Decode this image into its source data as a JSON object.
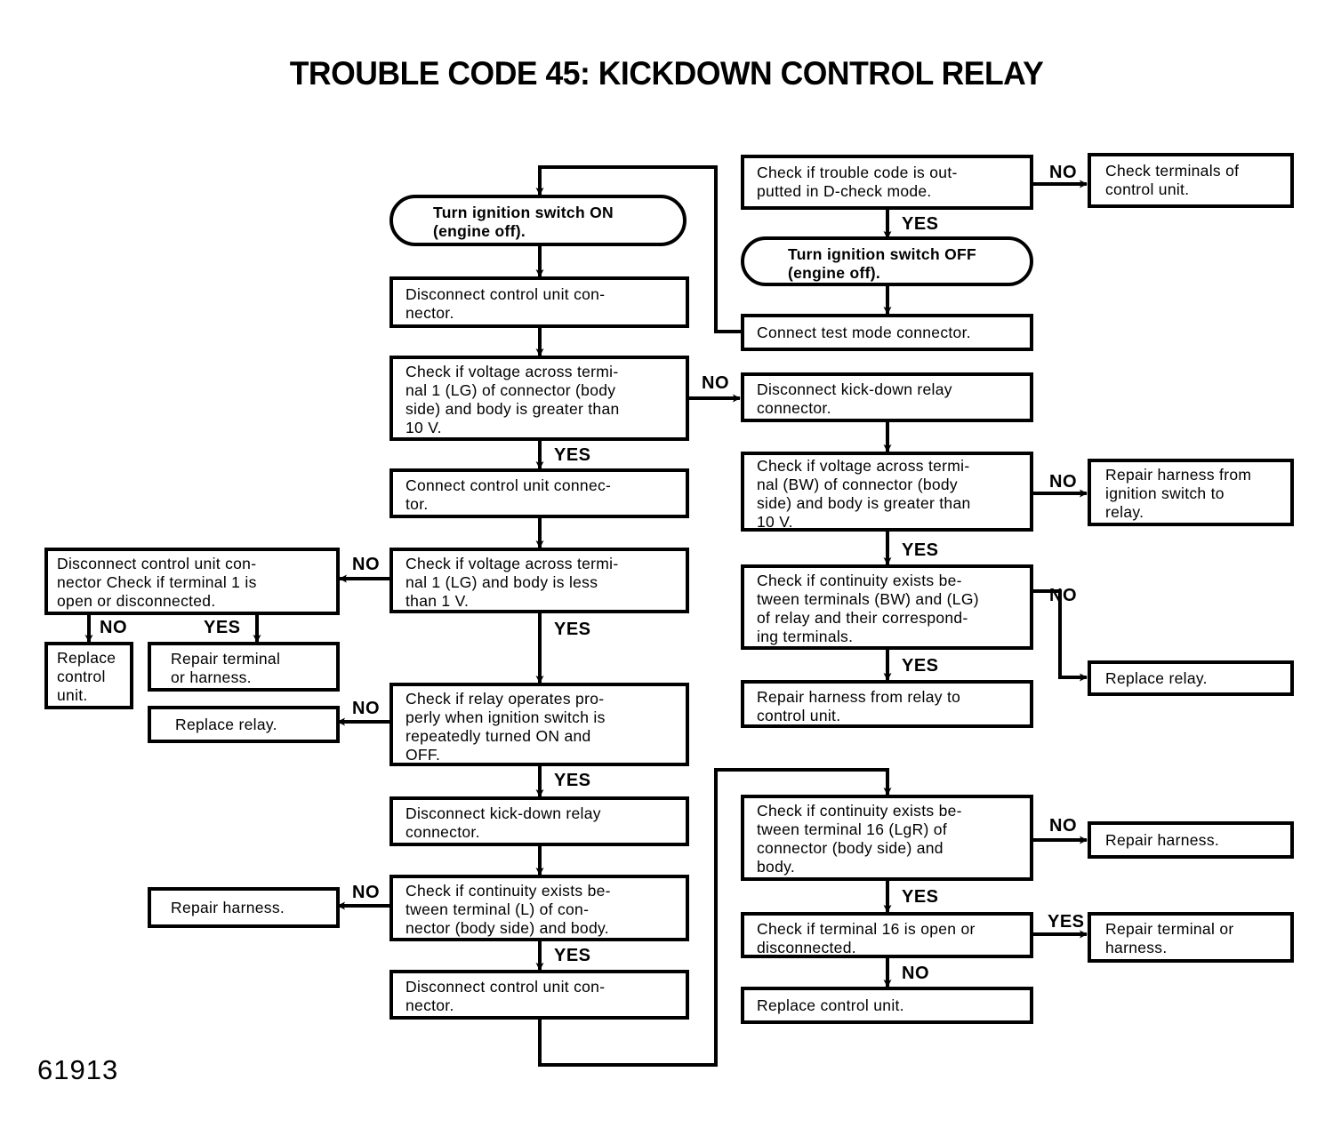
{
  "title": "TROUBLE CODE 45: KICKDOWN CONTROL RELAY",
  "figure_number": "61913",
  "diagram": {
    "type": "flowchart",
    "orientation": "top-down",
    "nodes": [
      {
        "id": "n1",
        "shape": "pill",
        "lines": [
          "Turn ignition switch ON",
          "(engine off)."
        ]
      },
      {
        "id": "n2",
        "shape": "rect",
        "lines": [
          "Disconnect control unit con-",
          "nector."
        ]
      },
      {
        "id": "n3",
        "shape": "rect",
        "lines": [
          "Check if voltage across termi-",
          "nal 1 (LG) of connector (body",
          "side) and body is greater than",
          "10 V."
        ]
      },
      {
        "id": "n4",
        "shape": "rect",
        "lines": [
          "Connect control unit connec-",
          "tor."
        ]
      },
      {
        "id": "n5",
        "shape": "rect",
        "lines": [
          "Check if voltage across termi-",
          "nal 1 (LG) and body is less",
          "than 1 V."
        ]
      },
      {
        "id": "n6",
        "shape": "rect",
        "lines": [
          "Disconnect control unit con-",
          "nector   Check if terminal 1 is",
          "open or disconnected."
        ]
      },
      {
        "id": "n7",
        "shape": "rect",
        "lines": [
          "Replace",
          "control",
          "unit."
        ]
      },
      {
        "id": "n8",
        "shape": "rect",
        "lines": [
          "Repair terminal",
          "or harness."
        ]
      },
      {
        "id": "n9",
        "shape": "rect",
        "lines": [
          "Replace relay."
        ]
      },
      {
        "id": "n10",
        "shape": "rect",
        "lines": [
          "Check if relay operates pro-",
          "perly when ignition switch is",
          "repeatedly turned ON and",
          "OFF."
        ]
      },
      {
        "id": "n11",
        "shape": "rect",
        "lines": [
          "Disconnect kick-down relay",
          "connector."
        ]
      },
      {
        "id": "n12",
        "shape": "rect",
        "lines": [
          "Repair harness."
        ]
      },
      {
        "id": "n13",
        "shape": "rect",
        "lines": [
          "Check if continuity exists be-",
          "tween terminal (L) of con-",
          "nector (body side) and body."
        ]
      },
      {
        "id": "n14",
        "shape": "rect",
        "lines": [
          "Disconnect control unit con-",
          "nector."
        ]
      },
      {
        "id": "r1",
        "shape": "rect",
        "lines": [
          "Check if trouble code is out-",
          "putted in D-check mode."
        ]
      },
      {
        "id": "r2",
        "shape": "rect",
        "lines": [
          "Check terminals of",
          "control unit."
        ]
      },
      {
        "id": "r3",
        "shape": "pill",
        "lines": [
          "Turn ignition switch OFF",
          "(engine off)."
        ]
      },
      {
        "id": "r4",
        "shape": "rect",
        "lines": [
          "Connect test mode connector."
        ]
      },
      {
        "id": "r5",
        "shape": "rect",
        "lines": [
          "Disconnect kick-down relay",
          "connector."
        ]
      },
      {
        "id": "r6",
        "shape": "rect",
        "lines": [
          "Check if voltage across termi-",
          "nal (BW) of connector (body",
          "side) and body is greater than",
          "10 V."
        ]
      },
      {
        "id": "r7",
        "shape": "rect",
        "lines": [
          "Repair harness from",
          "ignition switch to",
          "relay."
        ]
      },
      {
        "id": "r8",
        "shape": "rect",
        "lines": [
          "Check if continuity exists be-",
          "tween terminals (BW) and (LG)",
          "of relay and their correspond-",
          "ing terminals."
        ]
      },
      {
        "id": "r9",
        "shape": "rect",
        "lines": [
          "Replace relay."
        ]
      },
      {
        "id": "r10",
        "shape": "rect",
        "lines": [
          "Repair harness from relay to",
          "control unit."
        ]
      },
      {
        "id": "r11",
        "shape": "rect",
        "lines": [
          "Check if continuity exists be-",
          "tween terminal 16 (LgR) of",
          "connector (body side) and",
          "body."
        ]
      },
      {
        "id": "r12",
        "shape": "rect",
        "lines": [
          "Repair harness."
        ]
      },
      {
        "id": "r13",
        "shape": "rect",
        "lines": [
          "Check if terminal 16 is open or",
          "disconnected."
        ]
      },
      {
        "id": "r14",
        "shape": "rect",
        "lines": [
          "Repair terminal or",
          "harness."
        ]
      },
      {
        "id": "r15",
        "shape": "rect",
        "lines": [
          "Replace control unit."
        ]
      }
    ],
    "edge_labels": {
      "e_r1_no": "NO",
      "e_r1_yes": "YES",
      "e_n3_no": "NO",
      "e_n3_yes": "YES",
      "e_n5_no": "NO",
      "e_n5_yes": "YES",
      "e_n6_no": "NO",
      "e_n6_yes": "YES",
      "e_n10_no": "NO",
      "e_n10_yes": "YES",
      "e_n13_no": "NO",
      "e_n13_yes": "YES",
      "e_r6_no": "NO",
      "e_r6_yes": "YES",
      "e_r8_no": "NO",
      "e_r8_yes": "YES",
      "e_r11_no": "NO",
      "e_r11_yes": "YES",
      "e_r13_yes": "YES",
      "e_r13_no": "NO"
    }
  }
}
